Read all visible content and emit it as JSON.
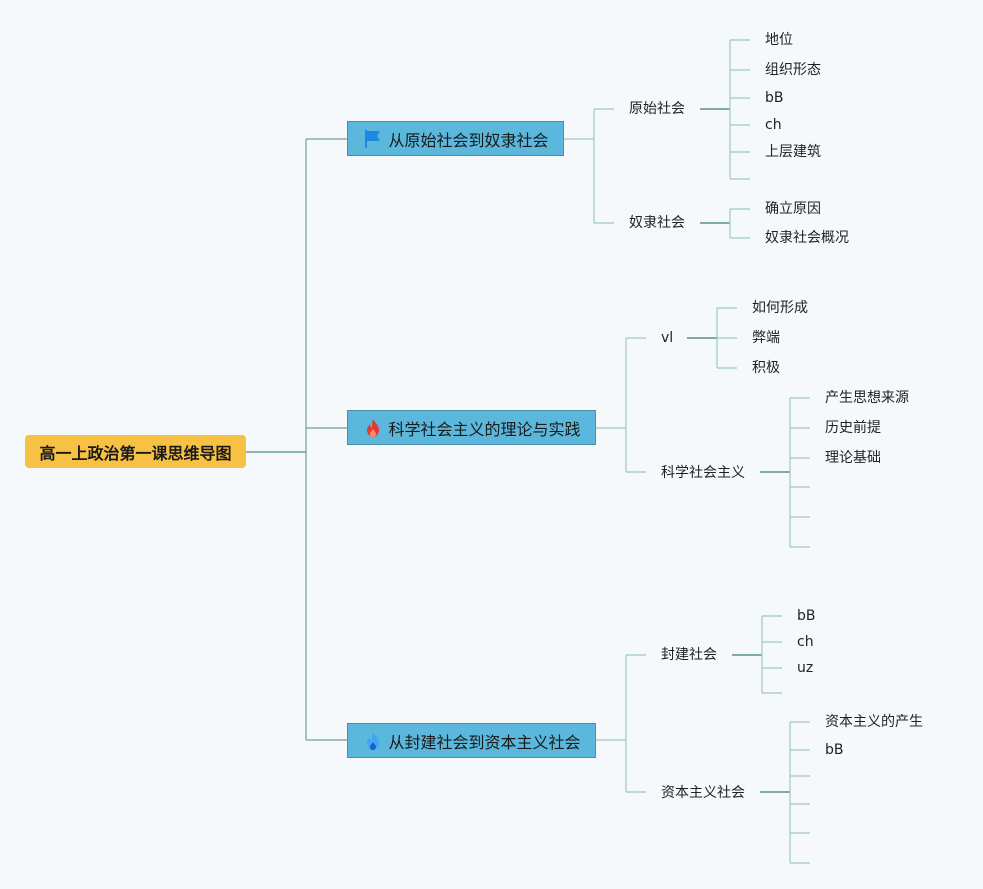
{
  "root": {
    "label": "高一上政治第一课思维导图"
  },
  "branches": [
    {
      "label": "从原始社会到奴隶社会",
      "icon": "flag-icon",
      "children": [
        {
          "label": "原始社会",
          "leaves": [
            "地位",
            "组织形态",
            "bB",
            "ch",
            "上层建筑",
            ""
          ]
        },
        {
          "label": "奴隶社会",
          "leaves": [
            "确立原因",
            "奴隶社会概况"
          ]
        }
      ]
    },
    {
      "label": "科学社会主义的理论与实践",
      "icon": "fire-icon",
      "children": [
        {
          "label": "vl",
          "leaves": [
            "如何形成",
            "弊端",
            "积极"
          ]
        },
        {
          "label": "科学社会主义",
          "leaves": [
            "产生思想来源",
            "历史前提",
            "理论基础",
            "",
            "",
            ""
          ]
        }
      ]
    },
    {
      "label": "从封建社会到资本主义社会",
      "icon": "water-drop-icon",
      "children": [
        {
          "label": "封建社会",
          "leaves": [
            "bB",
            "ch",
            "uz",
            ""
          ]
        },
        {
          "label": "资本主义社会",
          "leaves": [
            "资本主义的产生",
            "bB",
            "",
            "",
            "",
            ""
          ]
        }
      ]
    }
  ],
  "colors": {
    "root_fill": "#f7c244",
    "branch_fill": "#5bb7dc",
    "branch_border": "#4d8ea8",
    "line_main": "#6f9e97",
    "line_light": "#9fc7c0",
    "flag": "#1e88e5",
    "fire": "#e53935",
    "drop": "#42a5f5"
  }
}
